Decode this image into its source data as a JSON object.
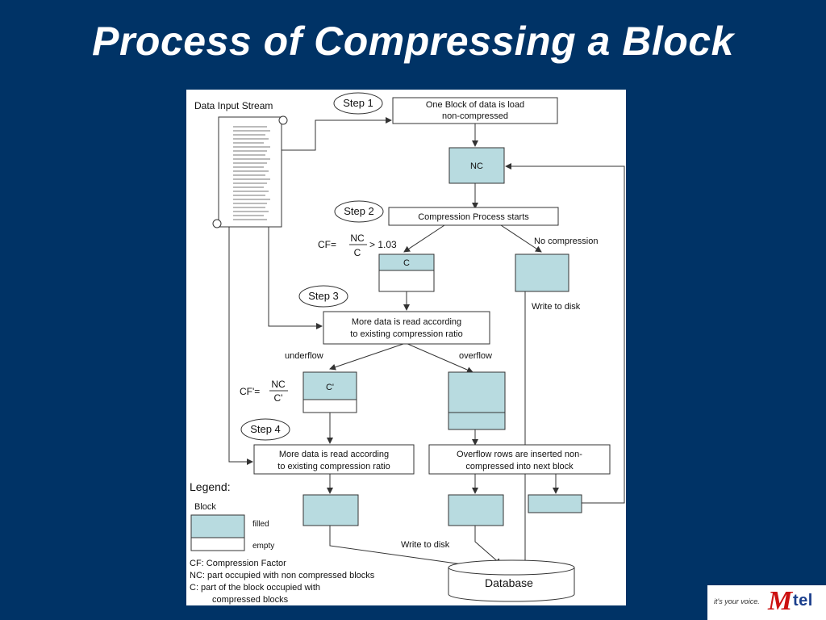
{
  "slide": {
    "title": "Process of Compressing a Block"
  },
  "diagram": {
    "input_stream": "Data Input Stream",
    "steps": [
      "Step 1",
      "Step 2",
      "Step 3",
      "Step 4"
    ],
    "step1_box_line1": "One Block of data is load",
    "step1_box_line2": "non-compressed",
    "nc_block": "NC",
    "step2_box": "Compression Process starts",
    "cf_prefix": "CF=",
    "cf_num": "NC",
    "cf_den": "C",
    "cf_suffix": "> 1.03",
    "c_block": "C",
    "no_compression": "No compression",
    "write_to_disk_top": "Write to disk",
    "step3_box_line1": "More data is read according",
    "step3_box_line2": "to existing compression ratio",
    "underflow": "underflow",
    "overflow": "overflow",
    "cf2_prefix": "CF'=",
    "cf2_num": "NC",
    "cf2_den": "C'",
    "c2_block": "C'",
    "step4_box_line1": "More data is read according",
    "step4_box_line2": "to existing compression ratio",
    "overflow_box_line1": "Overflow rows are inserted non-",
    "overflow_box_line2": "compressed into next block",
    "write_to_disk_bottom": "Write to disk",
    "database": "Database",
    "colors": {
      "block_fill": "#b8dbe0",
      "line": "#333333"
    }
  },
  "legend": {
    "title": "Legend:",
    "block": "Block",
    "filled": "filled",
    "empty": "empty",
    "cf_def": "CF: Compression Factor",
    "nc_def": "NC: part occupied with non compressed blocks",
    "c_def_line1": "C:   part of the block occupied with",
    "c_def_line2": "compressed blocks"
  },
  "logo": {
    "tagline": "it's your voice.",
    "mark": "M",
    "brand": "tel"
  }
}
